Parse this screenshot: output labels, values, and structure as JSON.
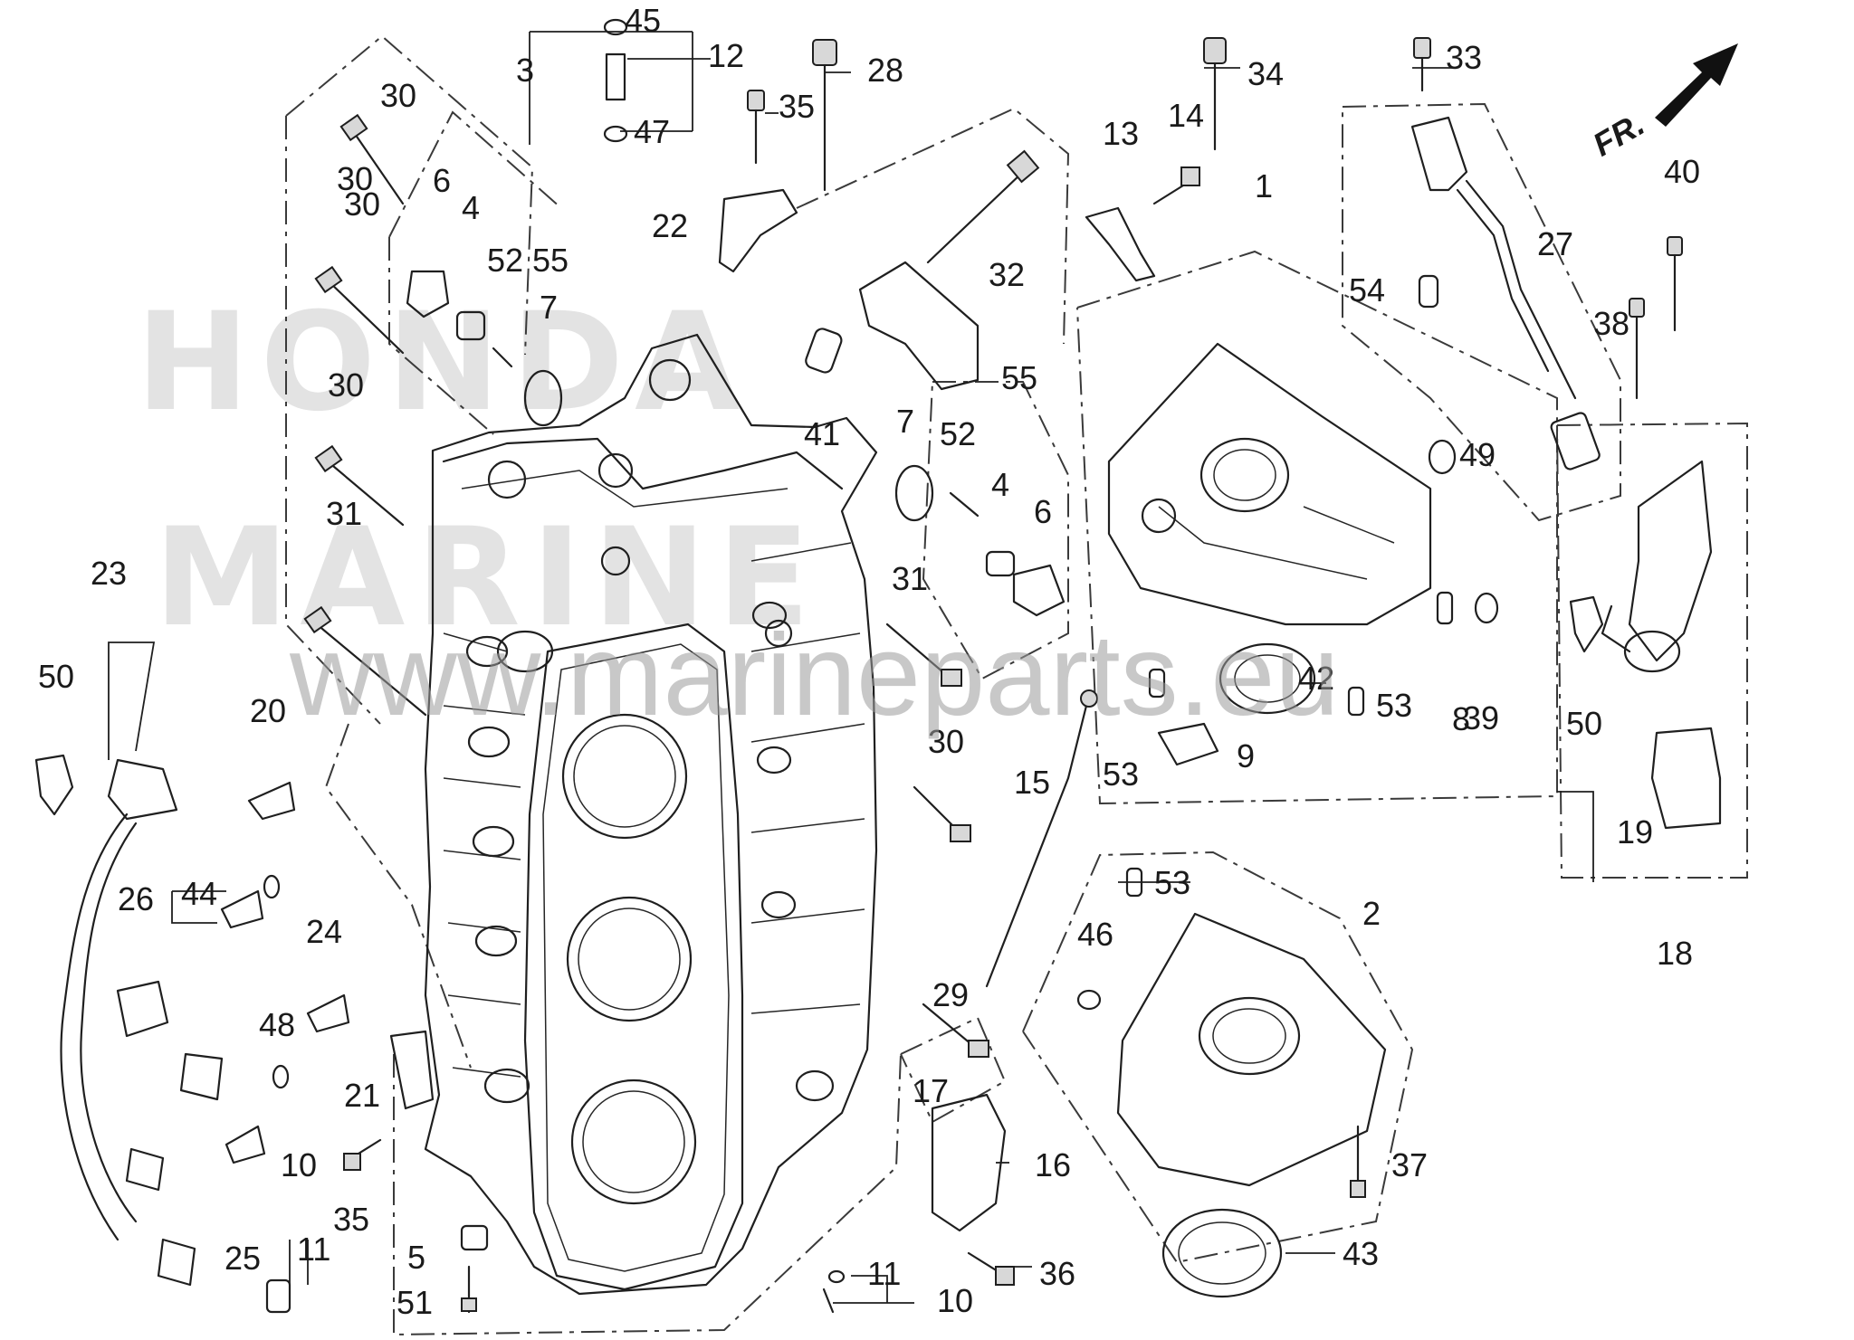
{
  "watermark": {
    "brand": "HONDA",
    "sub": "MARINE",
    "url": "www.marineparts.eu"
  },
  "direction_label": "FR.",
  "callouts": [
    "1",
    "2",
    "3",
    "4",
    "4",
    "5",
    "6",
    "6",
    "7",
    "7",
    "8",
    "9",
    "10",
    "10",
    "11",
    "11",
    "12",
    "13",
    "14",
    "15",
    "16",
    "17",
    "18",
    "19",
    "20",
    "21",
    "22",
    "23",
    "24",
    "25",
    "26",
    "27",
    "28",
    "29",
    "30",
    "30",
    "30",
    "30",
    "30",
    "31",
    "31",
    "32",
    "33",
    "34",
    "35",
    "35",
    "36",
    "37",
    "38",
    "39",
    "40",
    "41",
    "42",
    "43",
    "44",
    "45",
    "46",
    "47",
    "48",
    "49",
    "50",
    "50",
    "51",
    "52",
    "52",
    "53",
    "53",
    "53",
    "54",
    "55",
    "55"
  ]
}
